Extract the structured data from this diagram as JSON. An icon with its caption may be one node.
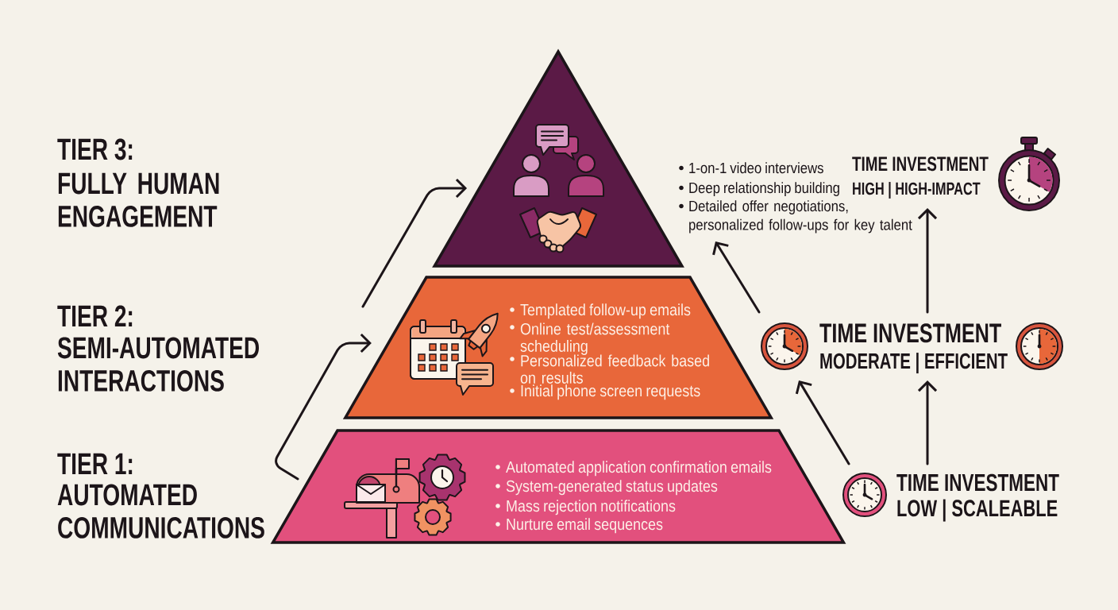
{
  "diagram": {
    "nodes": [
      {
        "text": [],
        "shape": "triangle",
        "beside": [
          "TIER 3:",
          "FULLY HUMAN ENGAGEMENT"
        ]
      },
      {
        "text": [
          "1-on-1 video interviews",
          "Deep relationship building",
          "Detailed offer negotiations, personalized follow-ups for key talent"
        ]
      },
      {
        "text": [
          "TIME INVESTMENT",
          "HIGH | HIGH-IMPACT"
        ]
      },
      {
        "text": [
          "Templated follow-up emails",
          "Online test/assessment scheduling",
          "Personalized feedback based on results",
          "Initial phone screen requests"
        ],
        "beside": [
          "TIER 2:",
          "SEMI-AUTOMATED INTERACTIONS"
        ]
      },
      {
        "text": [
          "TIME INVESTMENT",
          "MODERATE | EFFICIENT"
        ]
      },
      {
        "text": [
          "Automated application confirmation emails",
          "System-generated status updates",
          "Mass rejection notifications",
          "Nurture email sequences"
        ],
        "beside": [
          "TIER 1:",
          "AUTOMATED COMMUNICATIONS"
        ]
      },
      {
        "text": [
          "TIME INVESTMENT",
          "LOW | SCALEABLE"
        ]
      }
    ],
    "edges": [
      {
        "from": 5,
        "to": 3,
        "arrow": "to"
      },
      {
        "from": 3,
        "to": 0,
        "arrow": "to"
      },
      {
        "from": 4,
        "to": 1,
        "arrow": "to"
      },
      {
        "from": 6,
        "to": 4,
        "arrow": "to"
      },
      {
        "from": 6,
        "to": 4,
        "arrow": "to"
      },
      {
        "from": 4,
        "to": 2,
        "arrow": "to"
      }
    ]
  }
}
